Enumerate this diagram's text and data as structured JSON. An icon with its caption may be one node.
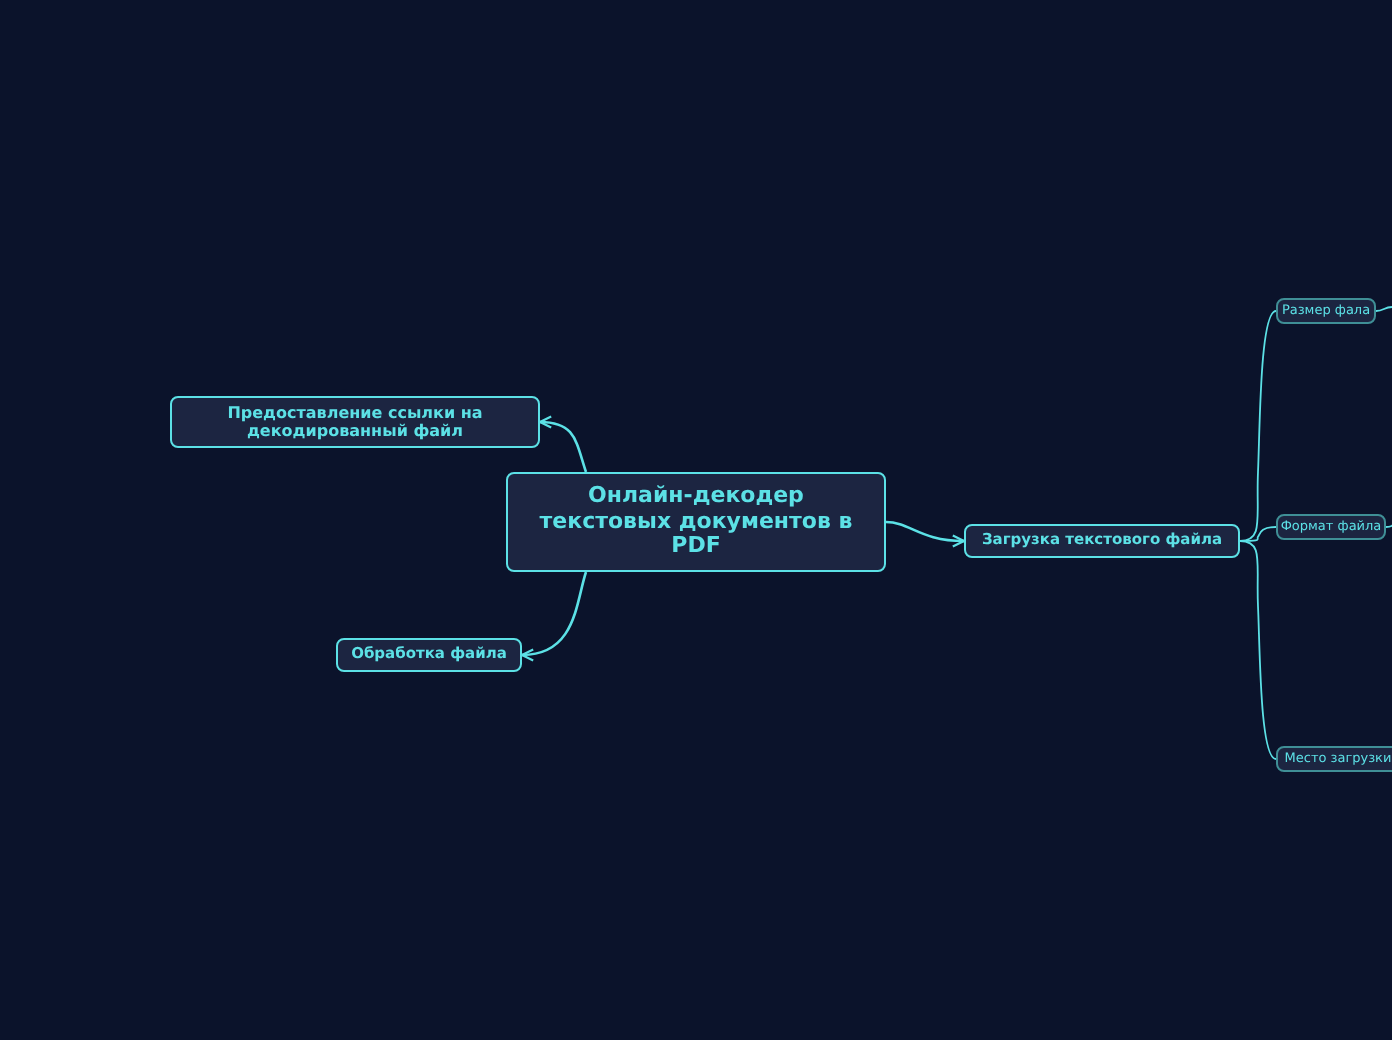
{
  "diagram": {
    "nodes": [
      {
        "text": [
          "Онлайн-декодер текстовых документов в PDF"
        ]
      },
      {
        "text": [
          "Предоставление ссылки на декодированный файл"
        ]
      },
      {
        "text": [
          "Обработка файла"
        ]
      },
      {
        "text": [
          "Загрузка текстового файла"
        ]
      },
      {
        "text": [
          "Размер фала"
        ]
      },
      {
        "text": [
          "Формат файла"
        ]
      },
      {
        "text": [
          "Место загрузки"
        ]
      }
    ],
    "edges": [
      {
        "from": 0,
        "to": 1,
        "arrow": "to"
      },
      {
        "from": 0,
        "to": 2,
        "arrow": "to"
      },
      {
        "from": 0,
        "to": 3,
        "arrow": "to"
      },
      {
        "from": 3,
        "to": 4,
        "arrow": "none"
      },
      {
        "from": 3,
        "to": 5,
        "arrow": "none"
      },
      {
        "from": 3,
        "to": 6,
        "arrow": "none"
      },
      {
        "from": 4,
        "to": null,
        "arrow": "none"
      },
      {
        "from": 5,
        "to": null,
        "arrow": "none"
      }
    ]
  }
}
